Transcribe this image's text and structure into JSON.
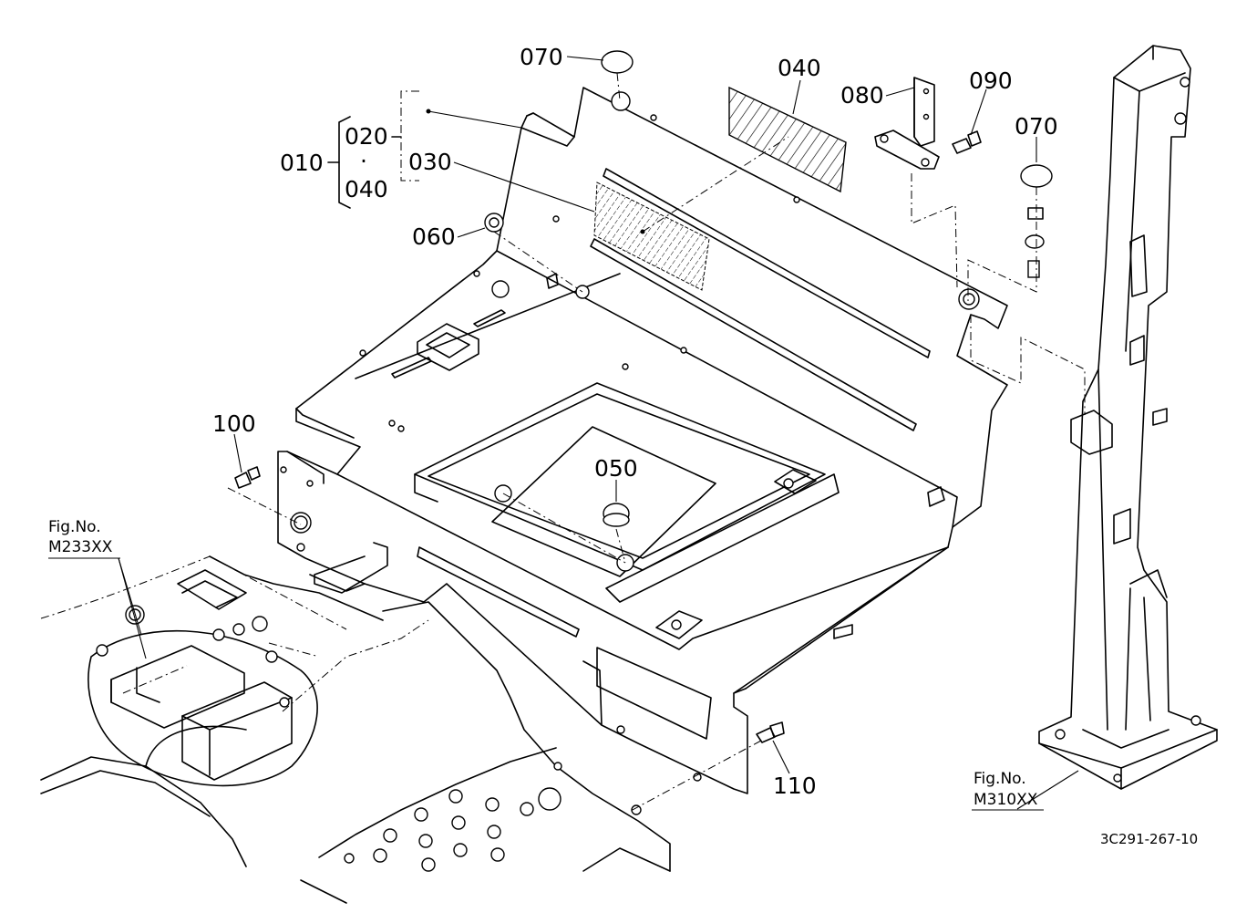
{
  "diagram": {
    "parts": [
      {
        "id": "p010",
        "number": "010"
      },
      {
        "id": "p020",
        "number": "020"
      },
      {
        "id": "p030",
        "number": "030"
      },
      {
        "id": "p040a",
        "number": "040"
      },
      {
        "id": "p040b",
        "number": "040"
      },
      {
        "id": "p050",
        "number": "050"
      },
      {
        "id": "p060",
        "number": "060"
      },
      {
        "id": "p070a",
        "number": "070"
      },
      {
        "id": "p070b",
        "number": "070"
      },
      {
        "id": "p080",
        "number": "080"
      },
      {
        "id": "p090",
        "number": "090"
      },
      {
        "id": "p100",
        "number": "100"
      },
      {
        "id": "p110",
        "number": "110"
      }
    ],
    "group_separator": "·",
    "figure_refs": [
      {
        "caption": "Fig.No.",
        "number": "M233XX"
      },
      {
        "caption": "Fig.No.",
        "number": "M310XX"
      }
    ],
    "drawing_code": "3C291-267-10"
  }
}
